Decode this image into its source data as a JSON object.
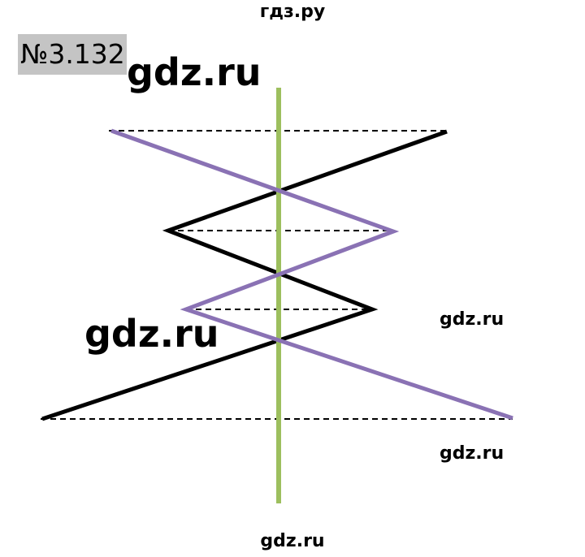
{
  "header": {
    "site": "гдз.ру"
  },
  "problem": {
    "number": "№3.132"
  },
  "watermarks": {
    "top_large": "gdz.ru",
    "mid_large": "gdz.ru",
    "right_1": "gdz.ru",
    "right_2": "gdz.ru",
    "bottom": "gdz.ru"
  },
  "colors": {
    "axis": "#9dbf5e",
    "black_line": "#000000",
    "purple_line": "#8a72b4",
    "dashed": "#000000",
    "number_bg": "#c4c4c4"
  }
}
